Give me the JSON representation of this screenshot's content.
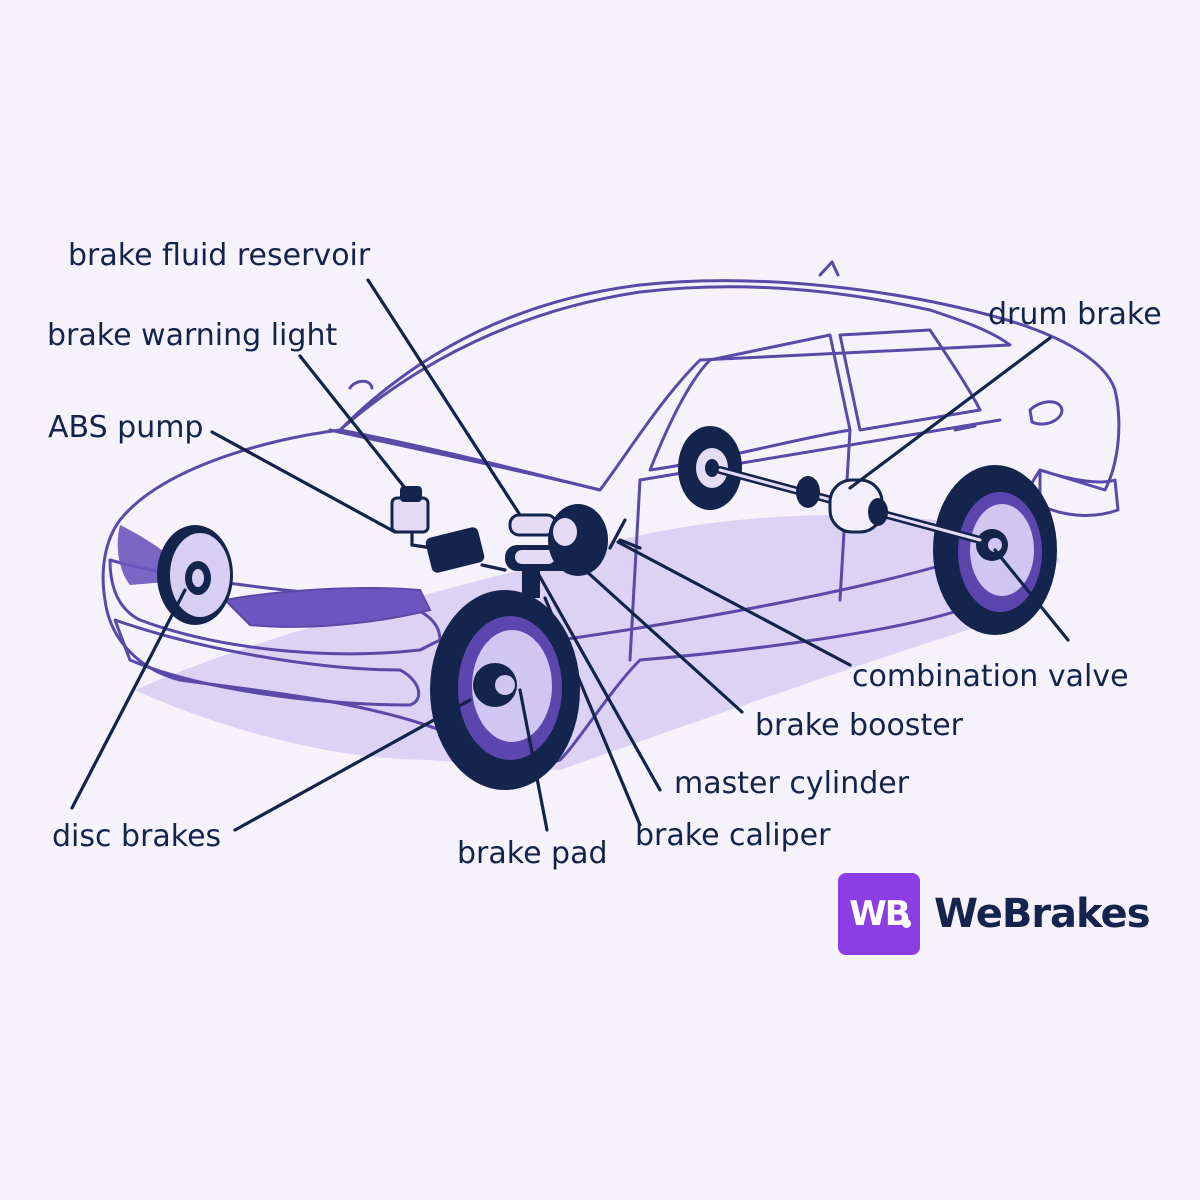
{
  "labels": {
    "brake_fluid_reservoir": "brake fluid reservoir",
    "brake_warning_light": "brake warning light",
    "abs_pump": "ABS pump",
    "drum_brake": "drum brake",
    "combination_valve": "combination valve",
    "brake_booster": "brake booster",
    "master_cylinder": "master cylinder",
    "brake_caliper": "brake caliper",
    "brake_pad": "brake pad",
    "disc_brakes": "disc brakes"
  },
  "brand": {
    "badge_text": "WB",
    "name": "WeBrakes"
  },
  "colors": {
    "background": "#f6f2fc",
    "car_fill": "#d9d0f4",
    "car_line": "#5a4aa8",
    "component_dark": "#15244c",
    "label_text": "#14234a",
    "brand_badge": "#8a3ee3"
  }
}
